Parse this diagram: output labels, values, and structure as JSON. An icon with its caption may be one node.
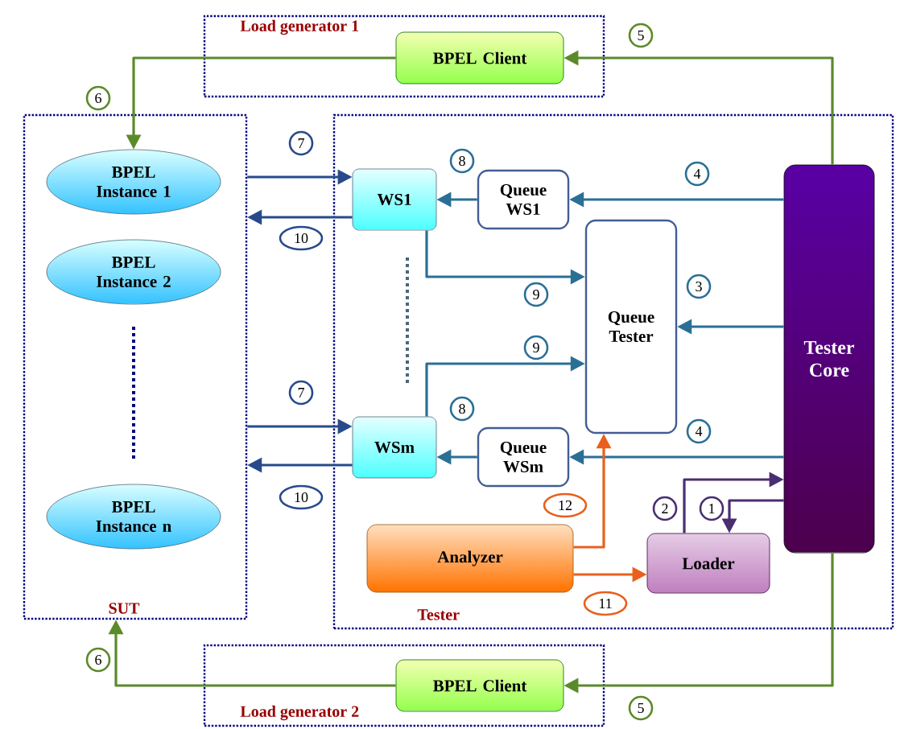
{
  "diagram": {
    "nodes": [
      {
        "text": [
          "Load generator 1"
        ]
      },
      {
        "text": [
          "BPEL Client"
        ],
        "in": 0
      },
      {
        "text": [
          "SUT"
        ]
      },
      {
        "text": [
          "BPEL Instance 1"
        ],
        "in": 2
      },
      {
        "text": [
          "BPEL Instance 2"
        ],
        "in": 2
      },
      {
        "text": [
          "BPEL Instance n"
        ],
        "in": 2
      },
      {
        "text": [
          "Tester"
        ]
      },
      {
        "text": [
          "WS1"
        ],
        "in": 6
      },
      {
        "text": [
          "Queue WS1"
        ],
        "in": 6
      },
      {
        "text": [
          "Queue Tester"
        ],
        "in": 6
      },
      {
        "text": [
          "WSm"
        ],
        "in": 6
      },
      {
        "text": [
          "Queue WSm"
        ],
        "in": 6
      },
      {
        "text": [
          "Tester Core"
        ],
        "in": 6
      },
      {
        "text": [
          "Analyzer"
        ],
        "in": 6
      },
      {
        "text": [
          "Loader"
        ],
        "in": 6
      },
      {
        "text": [
          "Load generator 2"
        ]
      },
      {
        "text": [
          "BPEL Client"
        ],
        "in": 15
      }
    ],
    "edges": [
      {
        "from": 12,
        "to": 1,
        "arrow": "to",
        "label": "5",
        "color": "#5b8a2a"
      },
      {
        "from": 1,
        "to": 3,
        "arrow": "to",
        "label": "6",
        "color": "#5b8a2a"
      },
      {
        "from": 12,
        "to": 16,
        "arrow": "to",
        "label": "5",
        "color": "#5b8a2a"
      },
      {
        "from": 16,
        "to": 2,
        "arrow": "to",
        "label": "6",
        "color": "#5b8a2a"
      },
      {
        "from": 2,
        "to": 7,
        "arrow": "to",
        "label": "7",
        "color": "#284a8c"
      },
      {
        "from": 7,
        "to": 2,
        "arrow": "to",
        "label": "10",
        "color": "#284a8c"
      },
      {
        "from": 2,
        "to": 10,
        "arrow": "to",
        "label": "7",
        "color": "#284a8c"
      },
      {
        "from": 10,
        "to": 2,
        "arrow": "to",
        "label": "10",
        "color": "#284a8c"
      },
      {
        "from": 12,
        "to": 8,
        "arrow": "to",
        "label": "4"
      },
      {
        "from": 8,
        "to": 7,
        "arrow": "to",
        "label": "8"
      },
      {
        "from": 12,
        "to": 9,
        "arrow": "to",
        "label": "3"
      },
      {
        "from": 7,
        "to": 9,
        "arrow": "to",
        "label": "9"
      },
      {
        "from": 10,
        "to": 9,
        "arrow": "to",
        "label": "9"
      },
      {
        "from": 12,
        "to": 11,
        "arrow": "to",
        "label": "4"
      },
      {
        "from": 11,
        "to": 10,
        "arrow": "to",
        "label": "8"
      },
      {
        "from": 12,
        "to": 14,
        "arrow": "to",
        "label": "1",
        "color": "#4a2e72"
      },
      {
        "from": 14,
        "to": 12,
        "arrow": "to",
        "label": "2",
        "color": "#4a2e72"
      },
      {
        "from": 13,
        "to": 9,
        "arrow": "to",
        "label": "12",
        "color": "#e8601c"
      },
      {
        "from": 13,
        "to": 14,
        "arrow": "to",
        "label": "11",
        "color": "#e8601c"
      }
    ]
  }
}
